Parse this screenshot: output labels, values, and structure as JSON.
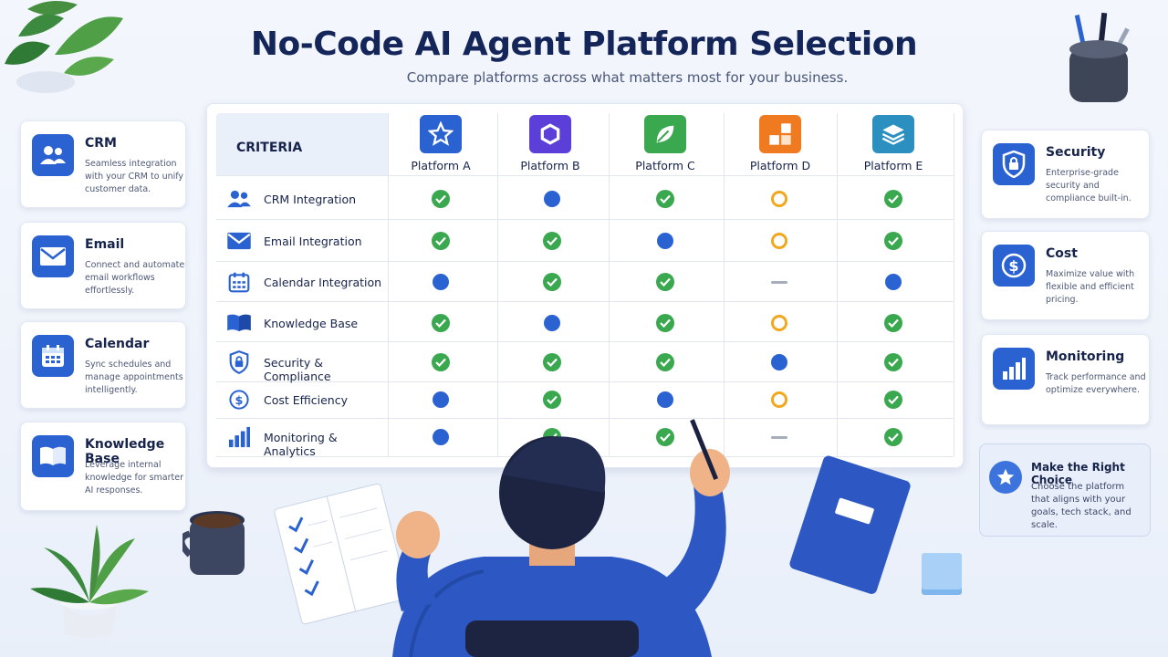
{
  "header": {
    "title": "No-Code AI Agent Platform Selection",
    "subtitle": "Compare platforms across what matters most for your business."
  },
  "left_cards": [
    {
      "title": "CRM",
      "desc": "Seamless integration with your CRM to unify customer data.",
      "icon": "users-icon"
    },
    {
      "title": "Email",
      "desc": "Connect and automate email workflows effortlessly.",
      "icon": "envelope-icon"
    },
    {
      "title": "Calendar",
      "desc": "Sync schedules and manage appointments intelligently.",
      "icon": "calendar-icon"
    },
    {
      "title": "Knowledge Base",
      "desc": "Leverage internal knowledge for smarter AI responses.",
      "icon": "book-icon"
    }
  ],
  "right_cards": [
    {
      "title": "Security",
      "desc": "Enterprise-grade security and compliance built-in.",
      "icon": "shield-icon"
    },
    {
      "title": "Cost",
      "desc": "Maximize value with flexible and efficient pricing.",
      "icon": "dollar-icon"
    },
    {
      "title": "Monitoring",
      "desc": "Track performance and optimize everywhere.",
      "icon": "bar-chart-icon"
    }
  ],
  "choice": {
    "title": "Make the Right Choice",
    "desc": "Choose the platform that aligns with your goals, tech stack, and scale.",
    "icon": "star-icon"
  },
  "table": {
    "criteria_label": "CRITERIA",
    "platforms": [
      {
        "name": "Platform A",
        "color": "#2a62d2",
        "icon": "star-icon"
      },
      {
        "name": "Platform B",
        "color": "#5b3fd8",
        "icon": "hexagon-icon"
      },
      {
        "name": "Platform C",
        "color": "#3aa84f",
        "icon": "leaf-icon"
      },
      {
        "name": "Platform D",
        "color": "#f07a1f",
        "icon": "blocks-icon"
      },
      {
        "name": "Platform E",
        "color": "#2b8fbf",
        "icon": "layers-icon"
      }
    ],
    "criteria": [
      {
        "label": "CRM Integration",
        "icon": "users-icon",
        "marks": [
          "check",
          "dot",
          "check",
          "ring",
          "check"
        ]
      },
      {
        "label": "Email Integration",
        "icon": "envelope-icon",
        "marks": [
          "check",
          "check",
          "dot",
          "ring",
          "check"
        ]
      },
      {
        "label": "Calendar Integration",
        "icon": "calendar-icon",
        "marks": [
          "dot",
          "check",
          "check",
          "dash",
          "dot"
        ]
      },
      {
        "label": "Knowledge Base",
        "icon": "book-icon",
        "marks": [
          "check",
          "dot",
          "check",
          "ring",
          "check"
        ]
      },
      {
        "label": "Security & Compliance",
        "icon": "shield-icon",
        "marks": [
          "check",
          "check",
          "check",
          "dot",
          "check"
        ]
      },
      {
        "label": "Cost Efficiency",
        "icon": "dollar-icon",
        "marks": [
          "dot",
          "check",
          "dot",
          "ring",
          "check"
        ]
      },
      {
        "label": "Monitoring & Analytics",
        "icon": "bar-chart-icon",
        "marks": [
          "dot",
          "check",
          "check",
          "dash",
          "check"
        ]
      }
    ]
  },
  "colors": {
    "accent": "#2a62d2",
    "check": "#3aa84f",
    "partial": "#f2a81d",
    "none": "#a6adbb"
  }
}
